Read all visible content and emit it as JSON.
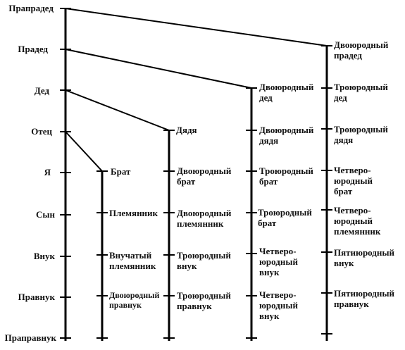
{
  "generations": {
    "g0": "Прапрадед",
    "g1": "Прадед",
    "g2": "Дед",
    "g3": "Отец",
    "g4": "Я",
    "g5": "Сын",
    "g6": "Внук",
    "g7": "Правнук",
    "g8": "Праправнук"
  },
  "col_a": {
    "brat": "Брат",
    "plemyannik": "Племянник",
    "vnuchaty": "Внучатый\nплемянник",
    "dv_pravnuk": "Двоюродный\nправнук"
  },
  "col_b": {
    "dyadya": "Дядя",
    "dv_brat": "Двоюродный\nбрат",
    "dv_plemyannik": "Двоюродный\nплемянник",
    "tr_vnuk": "Троюродный\nвнук",
    "tr_pravnuk": "Троюродный\nправнук"
  },
  "col_c": {
    "dv_ded": "Двоюродный\nдед",
    "dv_dyadya": "Двоюродный\nдядя",
    "tr_brat": "Троюродный\nбрат",
    "tr_brat2": "Троюродный\nбрат",
    "ch_vnuk": "Четверо-\nюродный\nвнук",
    "ch_vnuk2": "Четверо-\nюродный\nвнук"
  },
  "col_d": {
    "dv_praded": "Двоюродный\nпрадед",
    "tr_ded": "Троюродный\nдед",
    "tr_dyadya": "Троюродный\nдядя",
    "ch_brat": "Четверо-\nюродный\nбрат",
    "ch_plemyannik": "Четверо-\nюродный\nплемянник",
    "pyat_vnuk": "Пятиюродный\nвнук",
    "pyat_pravnuk": "Пятиюродный\nправнук"
  }
}
